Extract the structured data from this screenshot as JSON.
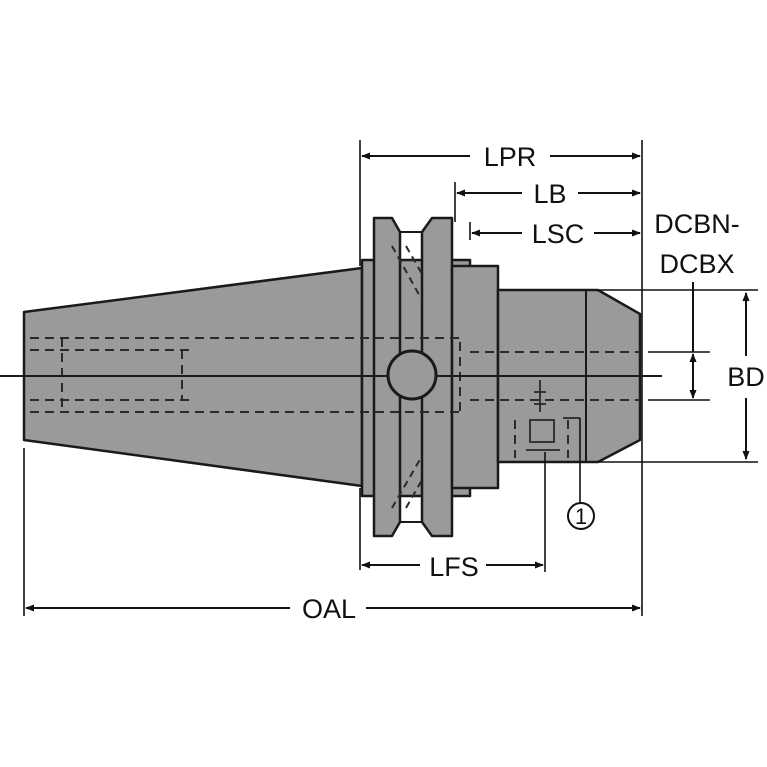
{
  "dimensions": {
    "lpr": "LPR",
    "lb": "LB",
    "lsc": "LSC",
    "dcbn": "DCBN-",
    "dcbx": "DCBX",
    "bd": "BD",
    "lfs": "LFS",
    "oal": "OAL"
  },
  "callout": {
    "number": "1"
  },
  "colors": {
    "body_fill": "#9a9a9a",
    "outline": "#1a1a1a",
    "hidden_line": "#2a2a2a",
    "dimension_line": "#111111"
  }
}
